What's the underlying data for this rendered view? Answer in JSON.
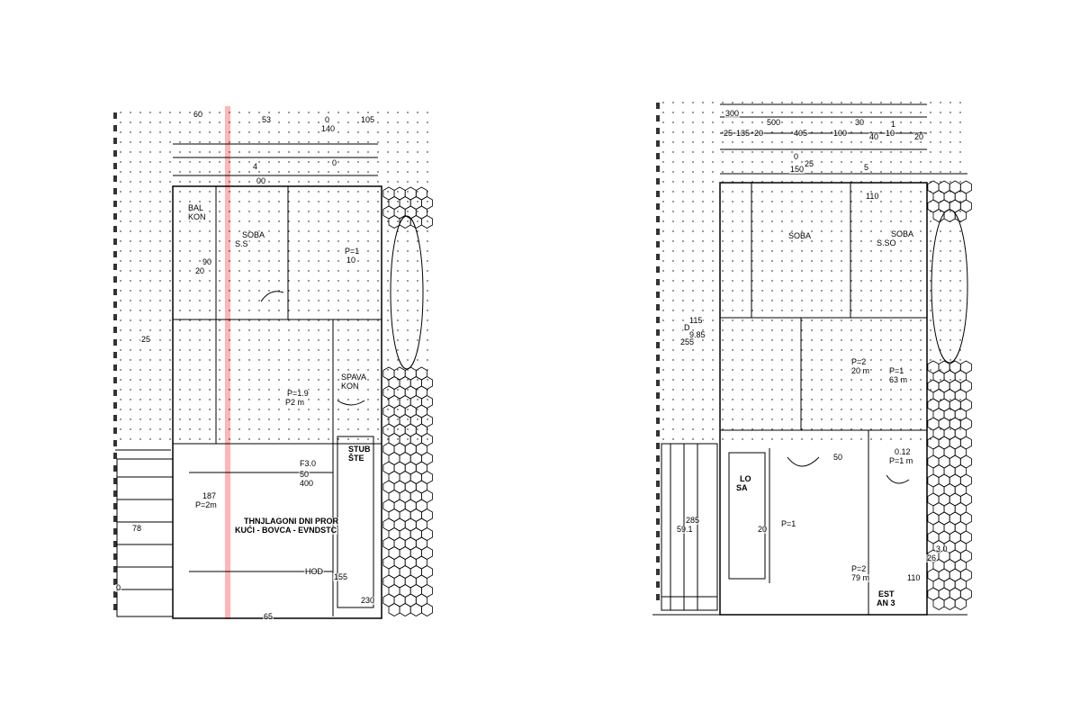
{
  "colors": {
    "ink": "#000000",
    "paper": "#ffffff",
    "marker": "#ff7878"
  },
  "left_plan": {
    "dims_top": [
      "60",
      "53",
      "0",
      "105",
      "140",
      "0",
      "4",
      "00"
    ],
    "rooms": [
      "BAL",
      "KON",
      "SOBA",
      "S.S",
      "P=1",
      "10",
      "SPAVA",
      "KON",
      "P=1.9",
      "P2 m",
      "STUB",
      "ŠTE",
      "F3.0",
      "50",
      "400",
      "187",
      "P=2m"
    ],
    "dims": [
      "90",
      "20",
      "25",
      "78",
      "155",
      "230"
    ],
    "title_line1": "THNJLAGONI DNI PROR",
    "title_line2": "KUĆI - BOVCA - EVNDSTC",
    "bottom": [
      "HOD",
      "65",
      "0"
    ]
  },
  "right_plan": {
    "dims_top": [
      "300",
      "500",
      "30",
      "25",
      "135",
      "20",
      "405",
      "100",
      "40",
      "10",
      "20",
      "150",
      "25",
      "5",
      "0",
      "1"
    ],
    "rooms": [
      "110",
      "SOBA",
      "S.SO",
      "SOBA",
      "P=2",
      "20 m",
      "P=1",
      "63 m",
      "50",
      "0.12",
      "P=1 m",
      "LO",
      "SA",
      "P=1",
      "P=2",
      "79 m"
    ],
    "dims": [
      "115",
      "D",
      "9.85",
      "255",
      "285",
      "59.1",
      "3.0",
      "26",
      "110",
      "20"
    ],
    "bottom": [
      "EST",
      "AN 3"
    ]
  }
}
